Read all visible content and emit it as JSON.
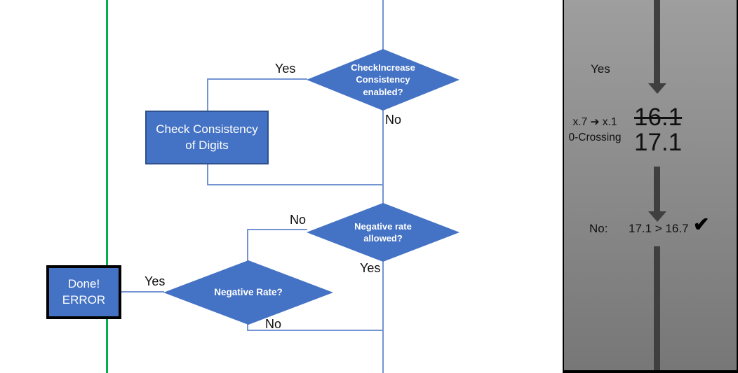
{
  "colors": {
    "shape_blue": "#4472C4",
    "shape_border": "#2F528F",
    "connector_blue": "#7494D2",
    "green_line": "#00B050",
    "arrow_gray": "#3F3F3F",
    "panel_gray_top": "#9E9E9E",
    "panel_gray_bottom": "#777777"
  },
  "flowchart": {
    "decision_check_increase": "CheckIncrease\nConsistency\nenabled?",
    "process_check_consistency": "Check Consistency\nof Digits",
    "decision_negative_rate_allowed": "Negative rate\nallowed?",
    "decision_negative_rate": "Negative Rate?",
    "terminal_done_error": "Done!\nERROR",
    "edge_labels": {
      "check_increase_yes": "Yes",
      "check_increase_no": "No",
      "negative_rate_allowed_no": "No",
      "negative_rate_allowed_yes": "Yes",
      "negative_rate_yes": "Yes",
      "negative_rate_no": "No"
    }
  },
  "side_panel": {
    "yes_label": "Yes",
    "case_text": "x.7 ➔ x.1\n0-Crossing",
    "old_value": "16.1",
    "new_value": "17.1",
    "no_label": "No:",
    "comparison": "17.1 > 16.7",
    "check_glyph": "✔"
  }
}
